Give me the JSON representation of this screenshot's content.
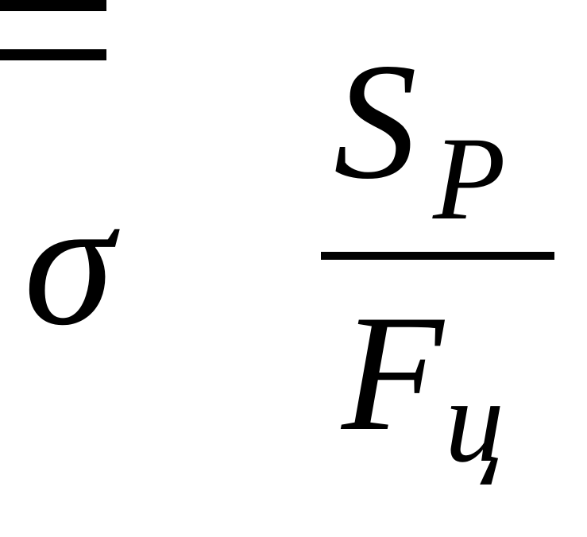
{
  "formula": {
    "lhs": "σ",
    "operator": "=",
    "numerator": {
      "symbol": "S",
      "subscript": "P"
    },
    "denominator": {
      "symbol": "F",
      "subscript": "ц"
    },
    "text": "σ = S_P / F_ц"
  }
}
